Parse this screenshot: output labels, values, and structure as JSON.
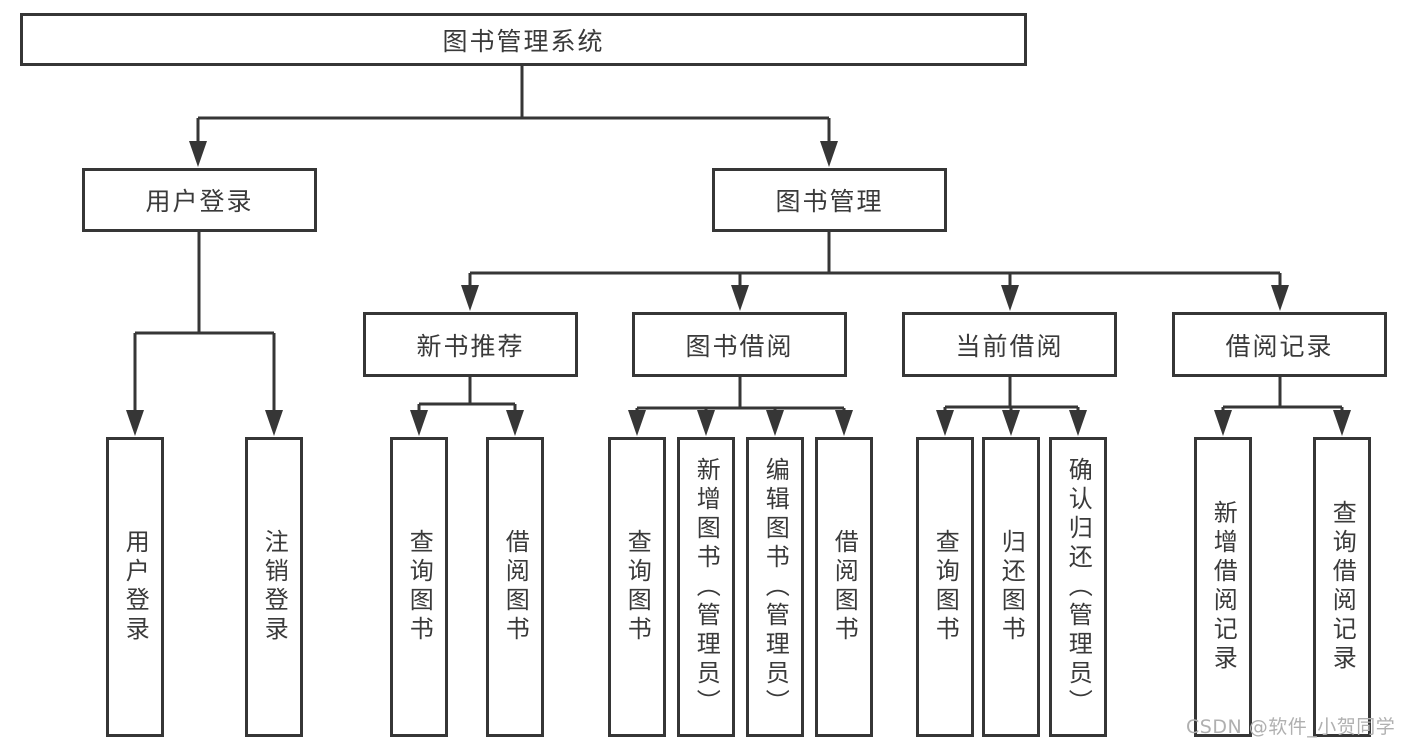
{
  "diagram": {
    "root": "图书管理系统",
    "level2": [
      {
        "label": "用户登录"
      },
      {
        "label": "图书管理"
      }
    ],
    "level3": [
      {
        "label": "新书推荐"
      },
      {
        "label": "图书借阅"
      },
      {
        "label": "当前借阅"
      },
      {
        "label": "借阅记录"
      }
    ],
    "leaves": {
      "user_login": [
        "用户登录",
        "注销登录"
      ],
      "new_books": [
        "查询图书",
        "借阅图书"
      ],
      "book_borrow": [
        "查询图书",
        "新增图书（管理员）",
        "编辑图书（管理员）",
        "借阅图书"
      ],
      "current_borrow": [
        "查询图书",
        "归还图书",
        "确认归还（管理员）"
      ],
      "borrow_records": [
        "新增借阅记录",
        "查询借阅记录"
      ]
    },
    "watermark": "CSDN @软件_小贺同学",
    "colors": {
      "line": "#363636",
      "text": "#3a3a3a",
      "watermark": "#b0b0b0",
      "background": "#ffffff"
    }
  }
}
